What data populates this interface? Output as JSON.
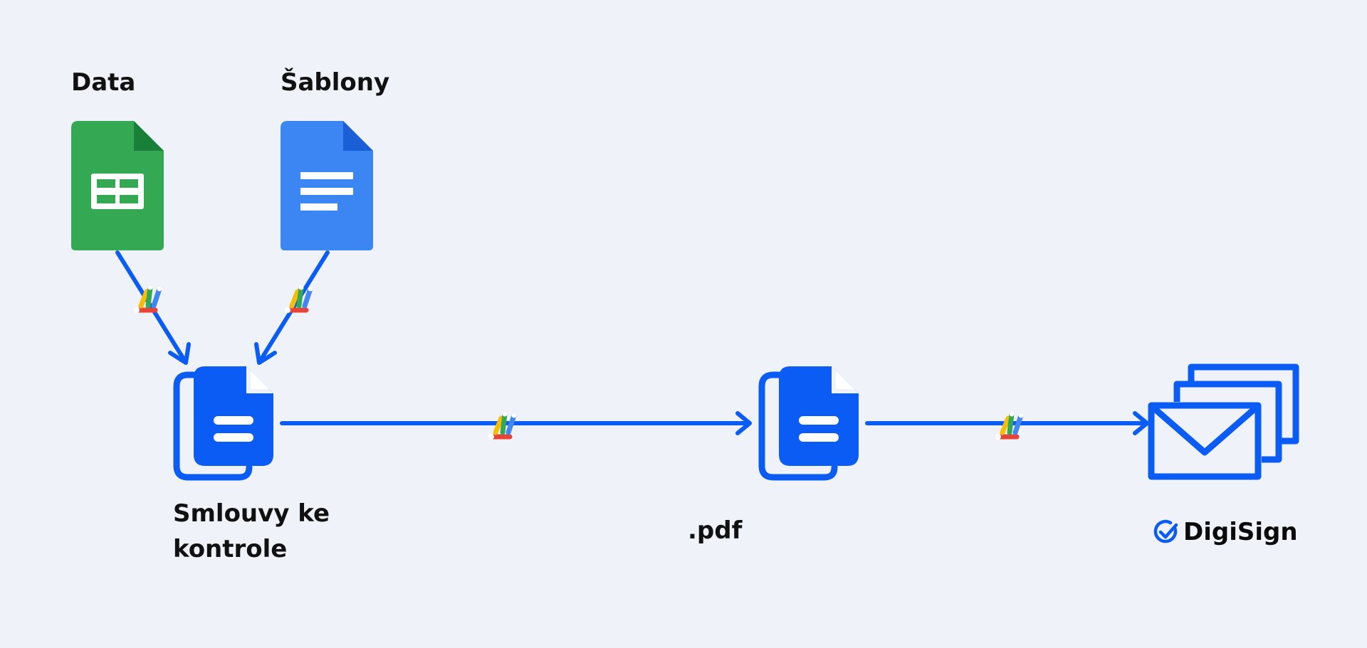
{
  "labels": {
    "data": "Data",
    "templates": "Šablony",
    "contracts_line1": "Smlouvy ke",
    "contracts_line2": "kontrole",
    "pdf": ".pdf",
    "brand": "DigiSign"
  },
  "icons": {
    "data_source": "google-sheets-icon",
    "template_source": "google-docs-icon",
    "contracts": "documents-stack-icon",
    "pdf": "documents-stack-icon",
    "delivery": "envelopes-stack-icon",
    "automation": "apps-script-icon",
    "brand_mark": "checkmark-circle-icon"
  },
  "colors": {
    "background": "#eff3f9",
    "accent": "#0b5cf5",
    "sheets_green": "#34a853",
    "docs_blue": "#3b86f2",
    "text": "#111111"
  }
}
